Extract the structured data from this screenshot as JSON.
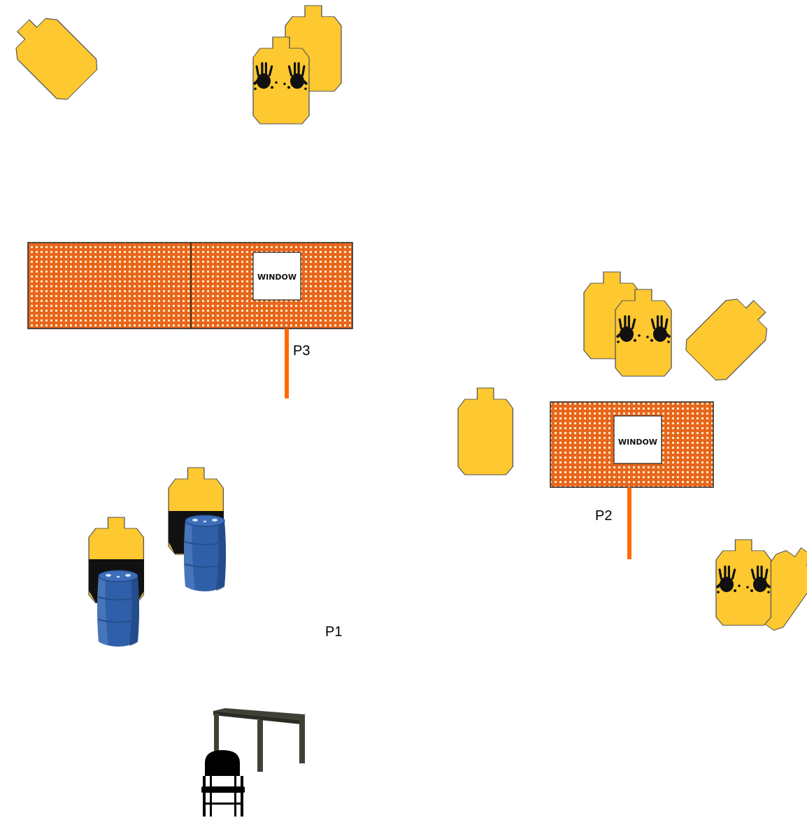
{
  "diagram": {
    "positions": [
      {
        "id": "p1",
        "label": "P1"
      },
      {
        "id": "p2",
        "label": "P2"
      },
      {
        "id": "p3",
        "label": "P3"
      }
    ],
    "walls": [
      {
        "id": "wall-p3",
        "window_label": "WINDOW"
      },
      {
        "id": "wall-p2",
        "window_label": "WINDOW"
      }
    ],
    "colors": {
      "target": "#FDC830",
      "target_outline": "#555555",
      "wall": "#E8661C",
      "fault_line": "#FF6A00",
      "barrel": "#2F5FA8",
      "table": "#3E4236",
      "chair": "#000000"
    },
    "icons": {
      "target": "silhouette-target-icon",
      "no_shoot_hands": "hands-up-icon",
      "barrel": "barrel-icon",
      "table": "table-icon",
      "chair": "folding-chair-icon"
    }
  }
}
